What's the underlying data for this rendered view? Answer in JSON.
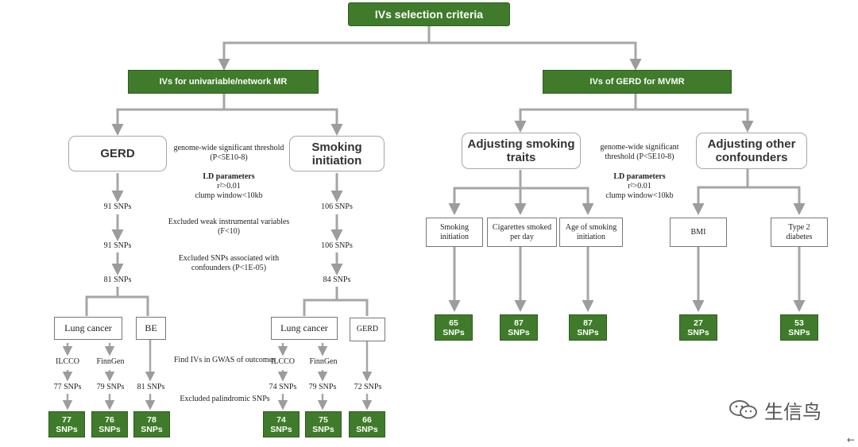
{
  "title": "IVs selection criteria",
  "left_header": "IVs for univariable/network MR",
  "right_header": "IVs of GERD for MVMR",
  "left": {
    "gerd": "GERD",
    "smoking": "Smoking initiation",
    "criteria_threshold": "genome-wide significant threshold (P<5E10-8)",
    "ld_title": "LD parameters",
    "ld_r2": "r²>0.01",
    "ld_clump": "clump window<10kb",
    "weak": "Excluded weak instrumental variables (F<10)",
    "confounders": "Excluded SNPs associated with confounders (P<1E-05)",
    "find_ivs": "Find IVs in GWAS of outcomes",
    "palindromic": "Excluded palindromic SNPs",
    "gerd_counts": [
      "91 SNPs",
      "91 SNPs",
      "81 SNPs"
    ],
    "smoking_counts": [
      "106 SNPs",
      "106 SNPs",
      "84 SNPs"
    ],
    "gerd_outcomes": {
      "lung": "Lung cancer",
      "be": "BE",
      "ilcco": "ILCCO",
      "finngen": "FinnGen"
    },
    "smoking_outcomes": {
      "lung": "Lung cancer",
      "gerd": "GERD",
      "ilcco": "ILCCO",
      "finngen": "FinnGen"
    },
    "gerd_mid_counts": [
      "77 SNPs",
      "79 SNPs",
      "81 SNPs"
    ],
    "smoking_mid_counts": [
      "74 SNPs",
      "79 SNPs",
      "72 SNPs"
    ],
    "gerd_results": [
      {
        "n": "77",
        "u": "SNPs"
      },
      {
        "n": "76",
        "u": "SNPs"
      },
      {
        "n": "78",
        "u": "SNPs"
      }
    ],
    "smoking_results": [
      {
        "n": "74",
        "u": "SNPs"
      },
      {
        "n": "75",
        "u": "SNPs"
      },
      {
        "n": "66",
        "u": "SNPs"
      }
    ]
  },
  "right": {
    "adj_smoking": "Adjusting smoking traits",
    "adj_other": "Adjusting other confounders",
    "criteria_threshold": "genome-wide significant threshold (P<5E10-8)",
    "ld_title": "LD parameters",
    "ld_r2": "r²>0.01",
    "ld_clump": "clump window<10kb",
    "traits": [
      "Smoking initiation",
      "Cigarettes smoked per day",
      "Age of smoking initiation",
      "BMI",
      "Type 2 diabetes"
    ],
    "results": [
      {
        "n": "65",
        "u": "SNPs"
      },
      {
        "n": "87",
        "u": "SNPs"
      },
      {
        "n": "87",
        "u": "SNPs"
      },
      {
        "n": "27",
        "u": "SNPs"
      },
      {
        "n": "53",
        "u": "SNPs"
      }
    ]
  },
  "watermark": "生信鸟",
  "colors": {
    "green": "#3f7b2a",
    "arrow": "#a6a6a6",
    "border": "#a6a6a6"
  }
}
